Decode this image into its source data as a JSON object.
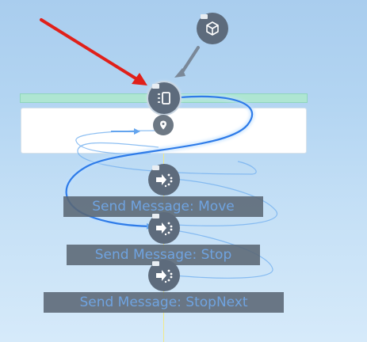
{
  "nodes": {
    "top": {
      "icon": "cube-icon"
    },
    "selected": {
      "icon": "mobile-device-icon"
    },
    "pin": {
      "icon": "map-pin-icon"
    },
    "messages": [
      {
        "icon": "send-message-icon",
        "label": "Send Message: Move"
      },
      {
        "icon": "send-message-icon",
        "label": "Send Message: Stop"
      },
      {
        "icon": "send-message-icon",
        "label": "Send Message: StopNext"
      }
    ]
  },
  "colors": {
    "background_top": "#a9cdee",
    "node_fill": "#5d6b7c",
    "label_bar": "#5a6674",
    "label_text": "#6fa3e0",
    "highlight_strip": "#aee6d2",
    "annotation_arrow": "#e0201a",
    "swirl": "#2e7be8",
    "guide_line": "#f0e98a"
  }
}
